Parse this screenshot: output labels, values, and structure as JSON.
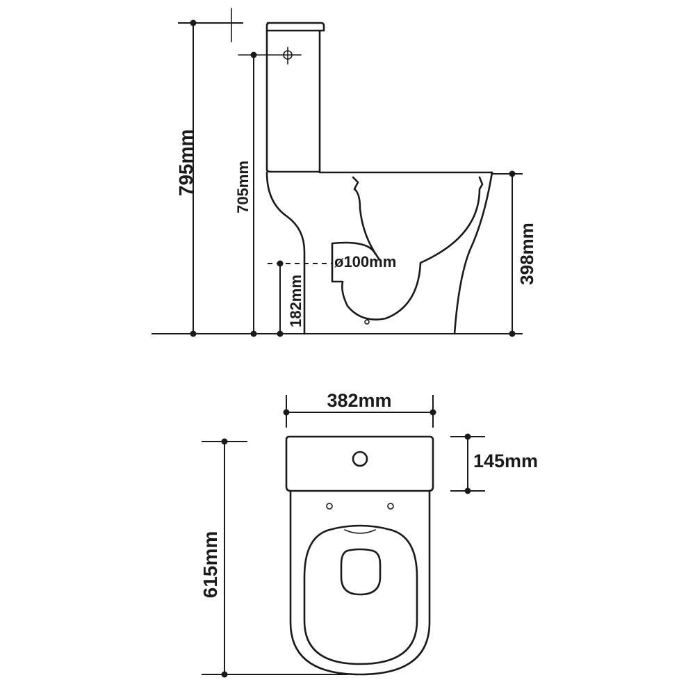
{
  "side_view": {
    "dimensions": {
      "overall_height": "795mm",
      "inlet_height": "705mm",
      "pan_height": "398mm",
      "outlet_height": "182mm",
      "outlet_diameter": "ø100mm"
    }
  },
  "top_view": {
    "dimensions": {
      "width": "382mm",
      "depth": "615mm",
      "cistern_depth": "145mm"
    }
  },
  "colors": {
    "line": "#1a1a1a",
    "background": "#ffffff"
  }
}
